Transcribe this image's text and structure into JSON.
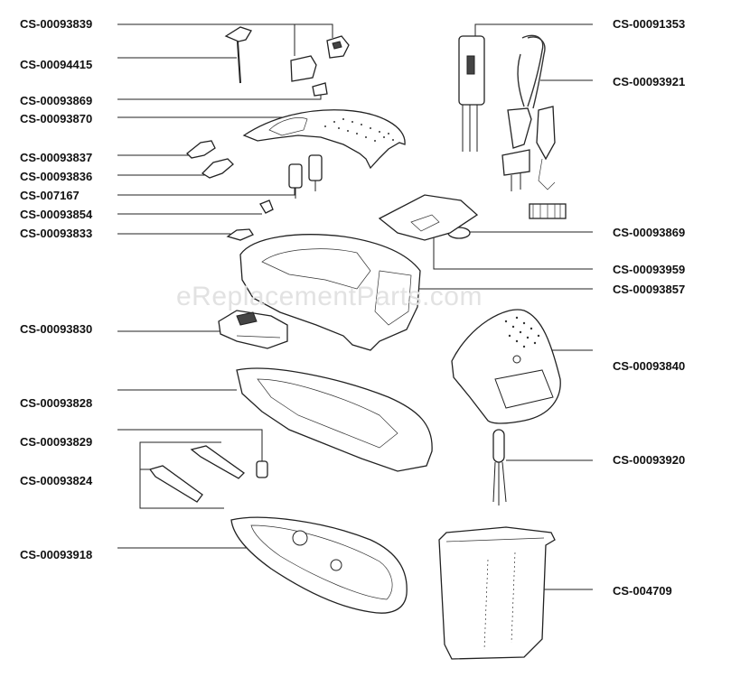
{
  "watermark": "eReplacementParts.com",
  "labels_left": [
    "CS-00093839",
    "CS-00094415",
    "CS-00093869",
    "CS-00093870",
    "CS-00093837",
    "CS-00093836",
    "CS-007167",
    "CS-00093854",
    "CS-00093833",
    "CS-00093830",
    "CS-00093828",
    "CS-00093829",
    "CS-00093824",
    "CS-00093918"
  ],
  "labels_right": [
    "CS-00091353",
    "CS-00093921",
    "CS-00093869",
    "CS-00093959",
    "CS-00093857",
    "CS-00093840",
    "CS-00093920",
    "CS-004709"
  ]
}
